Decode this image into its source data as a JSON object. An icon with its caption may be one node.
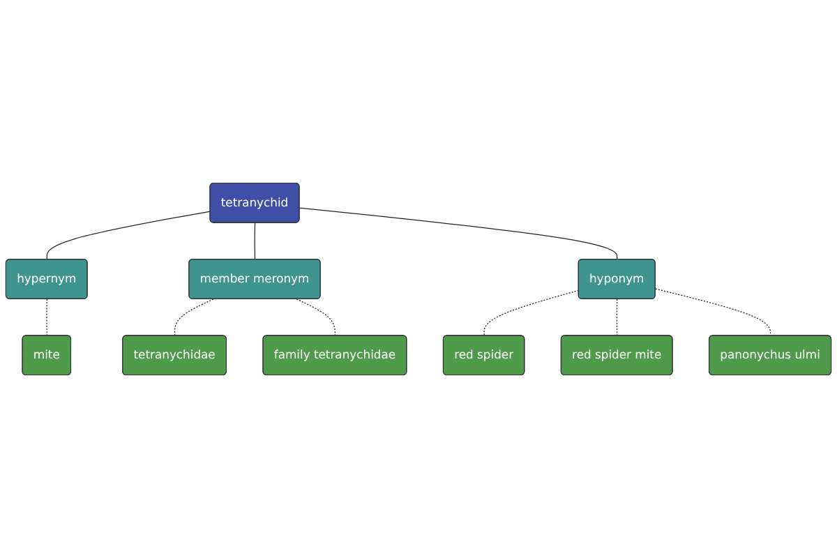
{
  "diagram": {
    "nodes": [
      {
        "text": [
          "mite"
        ]
      },
      {
        "text": [
          "hypernym"
        ]
      },
      {
        "text": [
          "tetranychidae"
        ]
      },
      {
        "text": [
          "member meronym"
        ]
      },
      {
        "text": [
          "tetranychid"
        ]
      },
      {
        "text": [
          "family tetranychidae"
        ]
      },
      {
        "text": [
          "hyponym"
        ]
      },
      {
        "text": [
          "red spider"
        ]
      },
      {
        "text": [
          "red spider mite"
        ]
      },
      {
        "text": [
          "panonychus ulmi"
        ]
      }
    ],
    "edges": [
      {
        "from": 4,
        "to": 1,
        "arrow": "none"
      },
      {
        "from": 1,
        "to": 0,
        "arrow": "none",
        "style": "dashed"
      },
      {
        "from": 4,
        "to": 3,
        "arrow": "none"
      },
      {
        "from": 3,
        "to": 2,
        "arrow": "none",
        "style": "dashed"
      },
      {
        "from": 3,
        "to": 5,
        "arrow": "none",
        "style": "dashed"
      },
      {
        "from": 4,
        "to": 6,
        "arrow": "none"
      },
      {
        "from": 6,
        "to": 7,
        "arrow": "none",
        "style": "dashed"
      },
      {
        "from": 6,
        "to": 8,
        "arrow": "none",
        "style": "dashed"
      },
      {
        "from": 6,
        "to": 9,
        "arrow": "none",
        "style": "dashed"
      }
    ]
  }
}
